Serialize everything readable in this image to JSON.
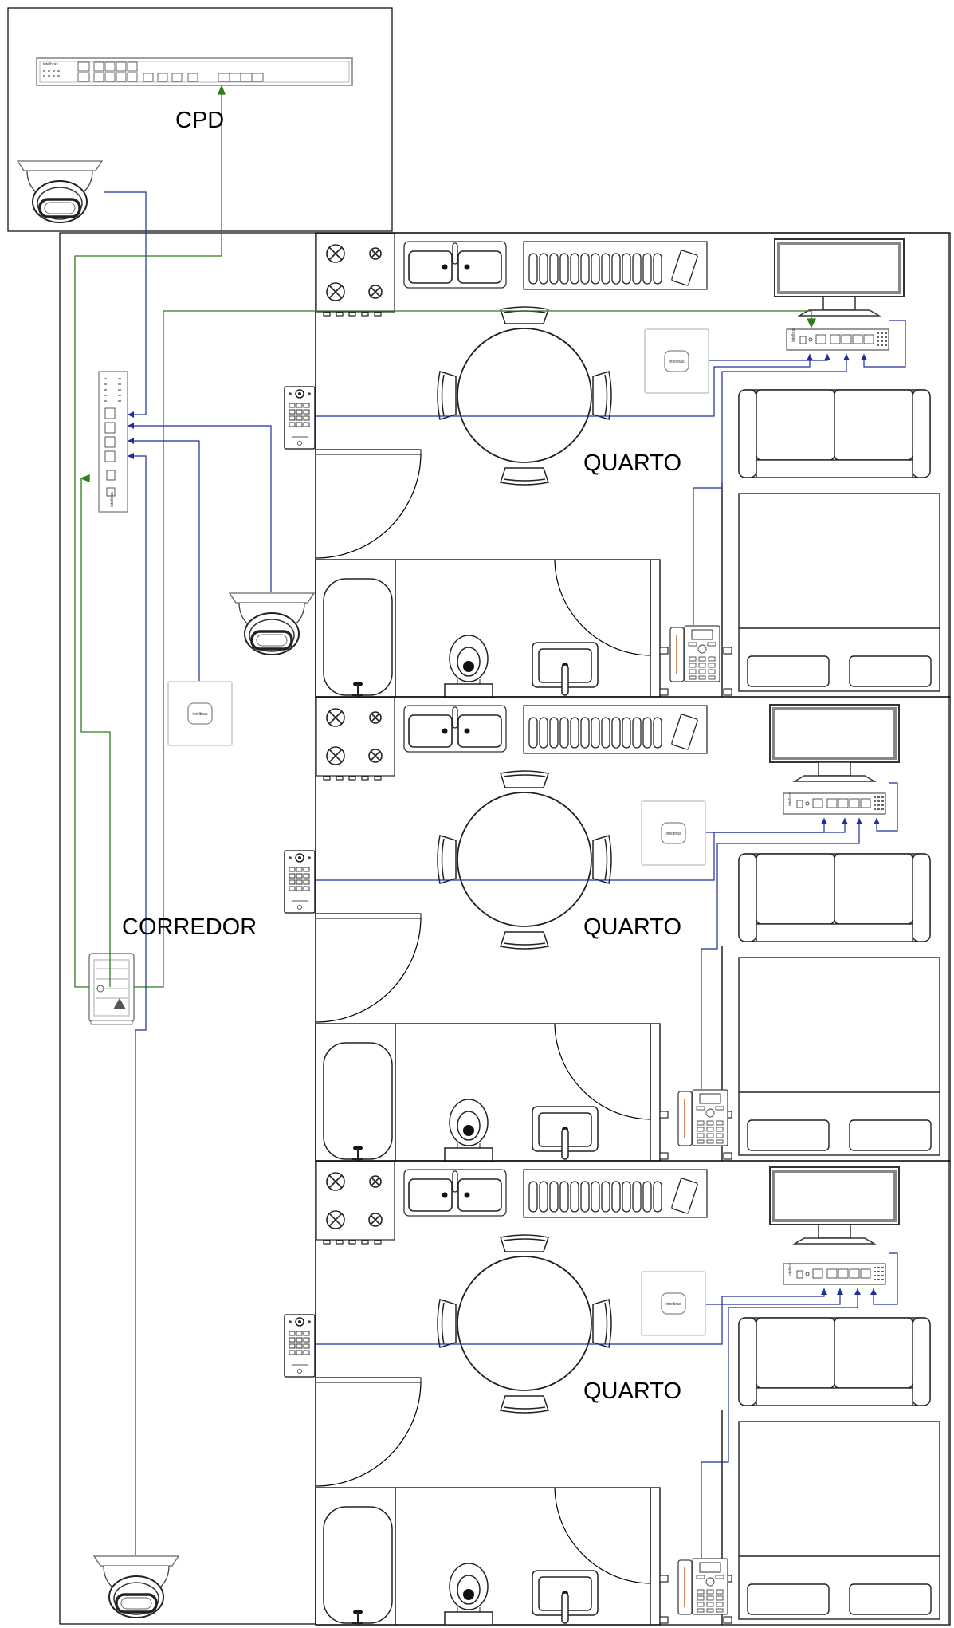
{
  "labels": {
    "cpd": "CPD",
    "corridor": "CORREDOR",
    "rooms": [
      "QUARTO",
      "QUARTO",
      "QUARTO"
    ]
  },
  "brand": "intelbras",
  "colors": {
    "ethernet": "#1f2e99",
    "fiber": "#2e7d1a",
    "wall": "#000000",
    "device": "#777777"
  },
  "devices": [
    {
      "name": "rack-switch-icon",
      "room": "CPD"
    },
    {
      "name": "dome-camera-icon",
      "room": "CPD"
    },
    {
      "name": "corridor-switch-icon",
      "room": "CORREDOR"
    },
    {
      "name": "dome-camera-icon",
      "room": "CORREDOR"
    },
    {
      "name": "access-point-icon",
      "room": "CORREDOR"
    },
    {
      "name": "fiber-terminal-box-icon",
      "room": "CORREDOR"
    },
    {
      "name": "dome-camera-icon",
      "room": "CORREDOR"
    },
    {
      "name": "door-intercom-icon",
      "room": "QUARTO"
    },
    {
      "name": "access-point-icon",
      "room": "QUARTO"
    },
    {
      "name": "onu-router-icon",
      "room": "QUARTO"
    },
    {
      "name": "monitor-icon",
      "room": "QUARTO"
    },
    {
      "name": "ip-phone-icon",
      "room": "QUARTO"
    }
  ]
}
